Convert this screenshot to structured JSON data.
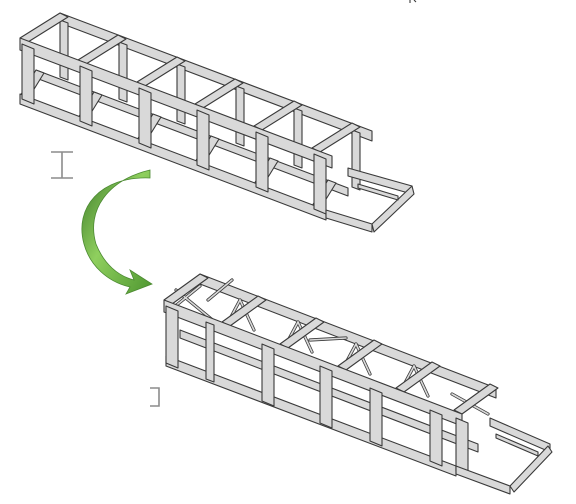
{
  "diagram": {
    "frames": [
      {
        "id": "original",
        "bays": 6,
        "bracing": "none",
        "section_symbol": "I"
      },
      {
        "id": "modified",
        "bays": 6,
        "bracing": "diagonal",
        "section_symbol": "channel"
      }
    ],
    "arrow": {
      "color": "#6ab04c",
      "direction": "down"
    },
    "colors": {
      "steel_fill": "#d9d9d9",
      "steel_edge": "#3a3a3a",
      "symbol": "#8c8c8c"
    }
  }
}
